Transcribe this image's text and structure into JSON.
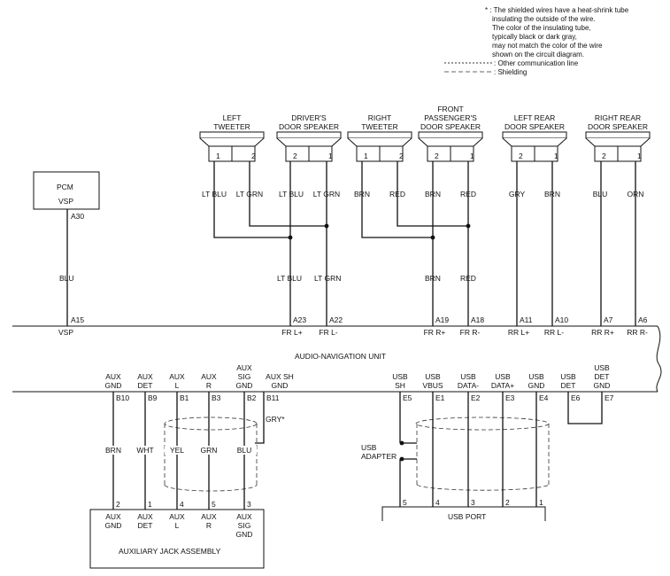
{
  "notes": {
    "shield_note": [
      "* : The shielded wires have a heat-shrink tube",
      "insulating the outside of the wire.",
      "The color of the insulating tube,",
      "typically black or dark gray,",
      "may not match the color of the wire",
      "shown on the circuit diagram."
    ],
    "legend_comm": ": Other communication line",
    "legend_shield": ": Shielding"
  },
  "pcm": {
    "name": "PCM",
    "pin_name": "VSP",
    "pin": "A30",
    "wire": "BLU",
    "unit_pin": "A15",
    "unit_label": "VSP"
  },
  "speakers": [
    {
      "name": [
        "LEFT",
        "TWEETER"
      ],
      "pins": [
        "1",
        "2"
      ],
      "wires": [
        "LT BLU",
        "LT GRN"
      ]
    },
    {
      "name": [
        "DRIVER'S",
        "DOOR SPEAKER"
      ],
      "pins": [
        "2",
        "1"
      ],
      "wires": [
        "LT BLU",
        "LT GRN"
      ]
    },
    {
      "name": [
        "RIGHT",
        "TWEETER"
      ],
      "pins": [
        "1",
        "2"
      ],
      "wires": [
        "BRN",
        "RED"
      ]
    },
    {
      "name": [
        "FRONT",
        "PASSENGER'S",
        "DOOR SPEAKER"
      ],
      "pins": [
        "2",
        "1"
      ],
      "wires": [
        "BRN",
        "RED"
      ]
    },
    {
      "name": [
        "LEFT REAR",
        "DOOR SPEAKER"
      ],
      "pins": [
        "2",
        "1"
      ],
      "wires": [
        "GRY",
        "BRN"
      ]
    },
    {
      "name": [
        "RIGHT REAR",
        "DOOR SPEAKER"
      ],
      "pins": [
        "2",
        "1"
      ],
      "wires": [
        "BLU",
        "ORN"
      ]
    }
  ],
  "front_lower_wires": [
    "LT BLU",
    "LT GRN",
    "BRN",
    "RED"
  ],
  "unit_top_pins": [
    {
      "pin": "A23",
      "label": "FR L+"
    },
    {
      "pin": "A22",
      "label": "FR L-"
    },
    {
      "pin": "A19",
      "label": "FR R+"
    },
    {
      "pin": "A18",
      "label": "FR R-"
    },
    {
      "pin": "A11",
      "label": "RR L+"
    },
    {
      "pin": "A10",
      "label": "RR L-"
    },
    {
      "pin": "A7",
      "label": "RR R+"
    },
    {
      "pin": "A6",
      "label": "RR R-"
    }
  ],
  "unit_name": "AUDIO-NAVIGATION UNIT",
  "aux": {
    "terms": [
      {
        "label": [
          "AUX",
          "GND"
        ],
        "pin": "B10",
        "wire": "BRN",
        "jack_pin": "2",
        "jack_label": [
          "AUX",
          "GND"
        ]
      },
      {
        "label": [
          "AUX",
          "DET"
        ],
        "pin": "B9",
        "wire": "WHT",
        "jack_pin": "1",
        "jack_label": [
          "AUX",
          "DET"
        ]
      },
      {
        "label": [
          "AUX",
          "L"
        ],
        "pin": "B1",
        "wire": "YEL",
        "jack_pin": "4",
        "jack_label": [
          "AUX",
          "L"
        ]
      },
      {
        "label": [
          "AUX",
          "R"
        ],
        "pin": "B3",
        "wire": "GRN",
        "jack_pin": "5",
        "jack_label": [
          "AUX",
          "R"
        ]
      },
      {
        "label": [
          "AUX",
          "SIG",
          "GND"
        ],
        "pin": "B2",
        "wire": "BLU",
        "jack_pin": "3",
        "jack_label": [
          "AUX",
          "SIG",
          "GND"
        ]
      }
    ],
    "shield_term": {
      "label": [
        "AUX SH",
        "GND"
      ],
      "pin": "B11",
      "wire": "GRY*"
    },
    "assembly": "AUXILIARY JACK ASSEMBLY"
  },
  "usb": {
    "terms": [
      {
        "label": [
          "USB",
          "SH"
        ],
        "pin": "E5",
        "jack_pin": "5"
      },
      {
        "label": [
          "USB",
          "VBUS"
        ],
        "pin": "E1",
        "jack_pin": "4"
      },
      {
        "label": [
          "USB",
          "DATA-"
        ],
        "pin": "E2",
        "jack_pin": "3"
      },
      {
        "label": [
          "USB",
          "DATA+"
        ],
        "pin": "E3",
        "jack_pin": "2"
      },
      {
        "label": [
          "USB",
          "GND"
        ],
        "pin": "E4",
        "jack_pin": "1"
      }
    ],
    "det_terms": [
      {
        "label": [
          "USB",
          "DET"
        ],
        "pin": "E6"
      },
      {
        "label": [
          "USB",
          "DET",
          "GND"
        ],
        "pin": "E7"
      }
    ],
    "adapter": [
      "USB",
      "ADAPTER"
    ],
    "port": "USB PORT"
  }
}
